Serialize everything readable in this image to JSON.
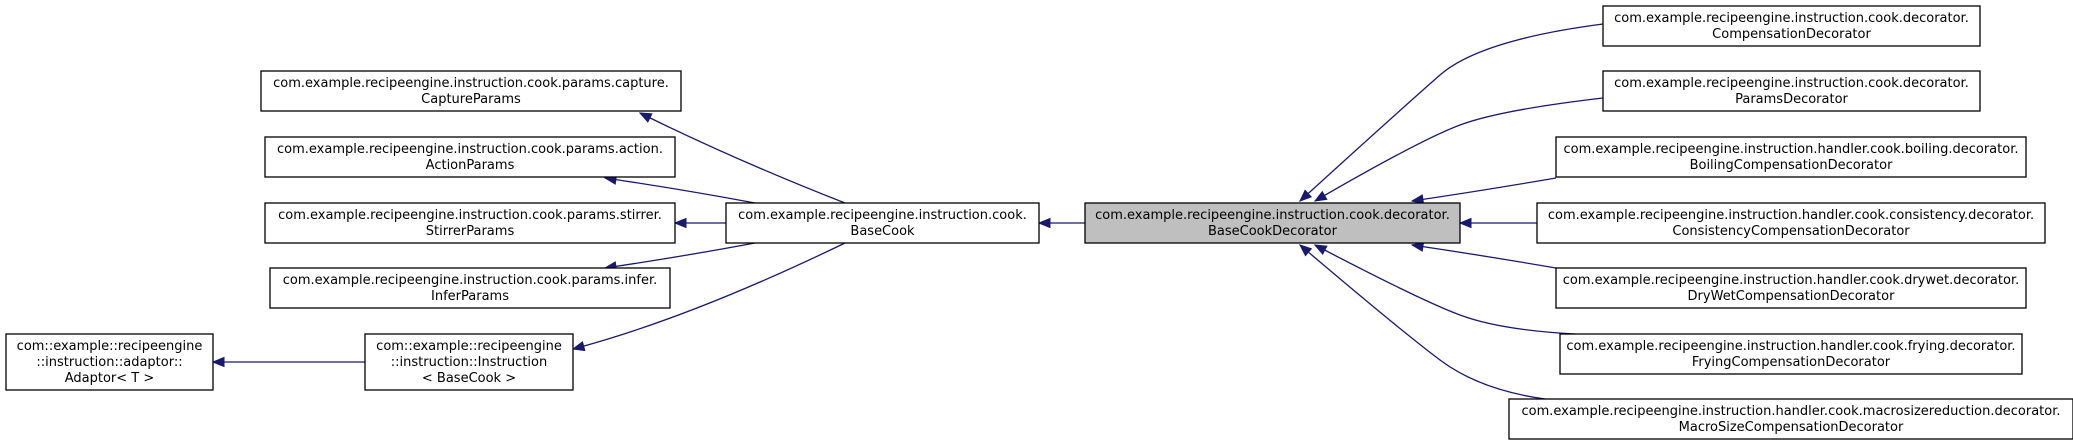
{
  "nodes": [
    {
      "id": "base_cook_decorator",
      "lines": [
        "com.example.recipeengine.instruction.cook.decorator.",
        "BaseCookDecorator"
      ],
      "highlight": true
    },
    {
      "id": "base_cook",
      "lines": [
        "com.example.recipeengine.instruction.cook.",
        "BaseCook"
      ]
    },
    {
      "id": "capture_params",
      "lines": [
        "com.example.recipeengine.instruction.cook.params.capture.",
        "CaptureParams"
      ]
    },
    {
      "id": "action_params",
      "lines": [
        "com.example.recipeengine.instruction.cook.params.action.",
        "ActionParams"
      ]
    },
    {
      "id": "stirrer_params",
      "lines": [
        "com.example.recipeengine.instruction.cook.params.stirrer.",
        "StirrerParams"
      ]
    },
    {
      "id": "infer_params",
      "lines": [
        "com.example.recipeengine.instruction.cook.params.infer.",
        "InferParams"
      ]
    },
    {
      "id": "instruction",
      "lines": [
        "com::example::recipeengine",
        "::instruction::Instruction",
        "< BaseCook >"
      ]
    },
    {
      "id": "adaptor",
      "lines": [
        "com::example::recipeengine",
        "::instruction::adaptor::",
        "Adaptor< T >"
      ]
    },
    {
      "id": "compensation_decorator",
      "lines": [
        "com.example.recipeengine.instruction.cook.decorator.",
        "CompensationDecorator"
      ]
    },
    {
      "id": "params_decorator",
      "lines": [
        "com.example.recipeengine.instruction.cook.decorator.",
        "ParamsDecorator"
      ]
    },
    {
      "id": "boiling_decorator",
      "lines": [
        "com.example.recipeengine.instruction.handler.cook.boiling.decorator.",
        "BoilingCompensationDecorator"
      ]
    },
    {
      "id": "consistency_decorator",
      "lines": [
        "com.example.recipeengine.instruction.handler.cook.consistency.decorator.",
        "ConsistencyCompensationDecorator"
      ]
    },
    {
      "id": "drywet_decorator",
      "lines": [
        "com.example.recipeengine.instruction.handler.cook.drywet.decorator.",
        "DryWetCompensationDecorator"
      ]
    },
    {
      "id": "frying_decorator",
      "lines": [
        "com.example.recipeengine.instruction.handler.cook.frying.decorator.",
        "FryingCompensationDecorator"
      ]
    },
    {
      "id": "macrosize_decorator",
      "lines": [
        "com.example.recipeengine.instruction.handler.cook.macrosizereduction.decorator.",
        "MacroSizeCompensationDecorator"
      ]
    }
  ],
  "edges": [
    {
      "from": "base_cook",
      "to": "base_cook_decorator"
    },
    {
      "from": "capture_params",
      "to": "base_cook"
    },
    {
      "from": "action_params",
      "to": "base_cook"
    },
    {
      "from": "stirrer_params",
      "to": "base_cook"
    },
    {
      "from": "infer_params",
      "to": "base_cook"
    },
    {
      "from": "instruction",
      "to": "base_cook"
    },
    {
      "from": "adaptor",
      "to": "instruction"
    },
    {
      "from": "base_cook_decorator",
      "to": "compensation_decorator"
    },
    {
      "from": "base_cook_decorator",
      "to": "params_decorator"
    },
    {
      "from": "base_cook_decorator",
      "to": "boiling_decorator"
    },
    {
      "from": "base_cook_decorator",
      "to": "consistency_decorator"
    },
    {
      "from": "base_cook_decorator",
      "to": "drywet_decorator"
    },
    {
      "from": "base_cook_decorator",
      "to": "frying_decorator"
    },
    {
      "from": "base_cook_decorator",
      "to": "macrosize_decorator"
    }
  ],
  "colors": {
    "edge": "#191970",
    "highlight_fill": "#bfbfbf",
    "node_fill": "#ffffff",
    "node_border": "#000000"
  }
}
